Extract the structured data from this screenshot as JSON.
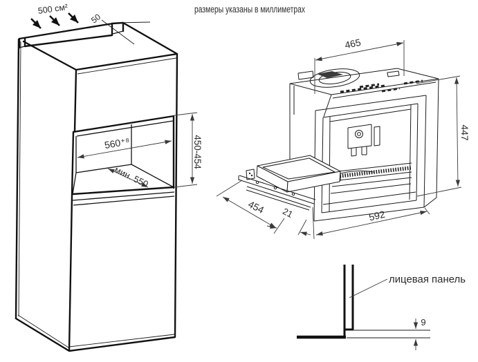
{
  "title": "размеры указаны в миллиметрах",
  "colors": {
    "background": "#ffffff",
    "line": "#111111",
    "dimension_line": "#3a3a3a",
    "text": "#2b2b2b"
  },
  "cabinet_view": {
    "labels": {
      "vent_area": "500 см²",
      "rear_gap": "50",
      "niche_width": "560⁺⁸",
      "niche_height": "450-454",
      "niche_depth": "мин. 550"
    }
  },
  "appliance_view": {
    "labels": {
      "top_width": "465",
      "height": "447",
      "pullout_depth": "454",
      "front_offset": "21",
      "front_width": "592"
    }
  },
  "panel_detail_view": {
    "label": "лицевая панель",
    "gap": "9"
  }
}
